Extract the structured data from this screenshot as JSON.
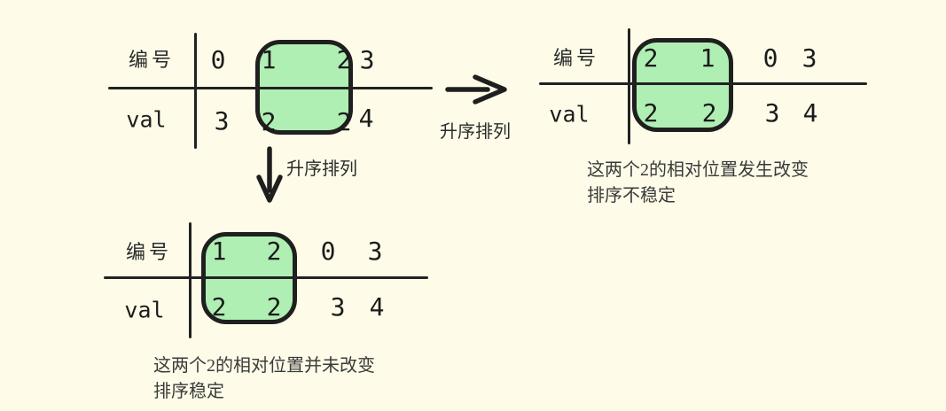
{
  "colors": {
    "background": "#FEFCE8",
    "ink": "#1F1F1F",
    "highlight_fill": "#AFEFB4",
    "highlight_stroke": "#1F1F1F"
  },
  "tables": {
    "original": {
      "row1_label": "编号",
      "row2_label": "val",
      "row1": [
        "0",
        "1",
        "2",
        "3"
      ],
      "row2": [
        "3",
        "2",
        "2",
        "4"
      ]
    },
    "unstable": {
      "row1_label": "编号",
      "row2_label": "val",
      "row1": [
        "2",
        "1",
        "0",
        "3"
      ],
      "row2": [
        "2",
        "2",
        "3",
        "4"
      ]
    },
    "stable": {
      "row1_label": "编号",
      "row2_label": "val",
      "row1": [
        "1",
        "2",
        "0",
        "3"
      ],
      "row2": [
        "2",
        "2",
        "3",
        "4"
      ]
    }
  },
  "arrow_right": {
    "label": "升序排列"
  },
  "arrow_down": {
    "label": "升序排列"
  },
  "captions": {
    "unstable": {
      "line1": "这两个2的相对位置发生改变",
      "line2": "排序不稳定"
    },
    "stable": {
      "line1": "这两个2的相对位置并未改变",
      "line2": "排序稳定"
    }
  }
}
